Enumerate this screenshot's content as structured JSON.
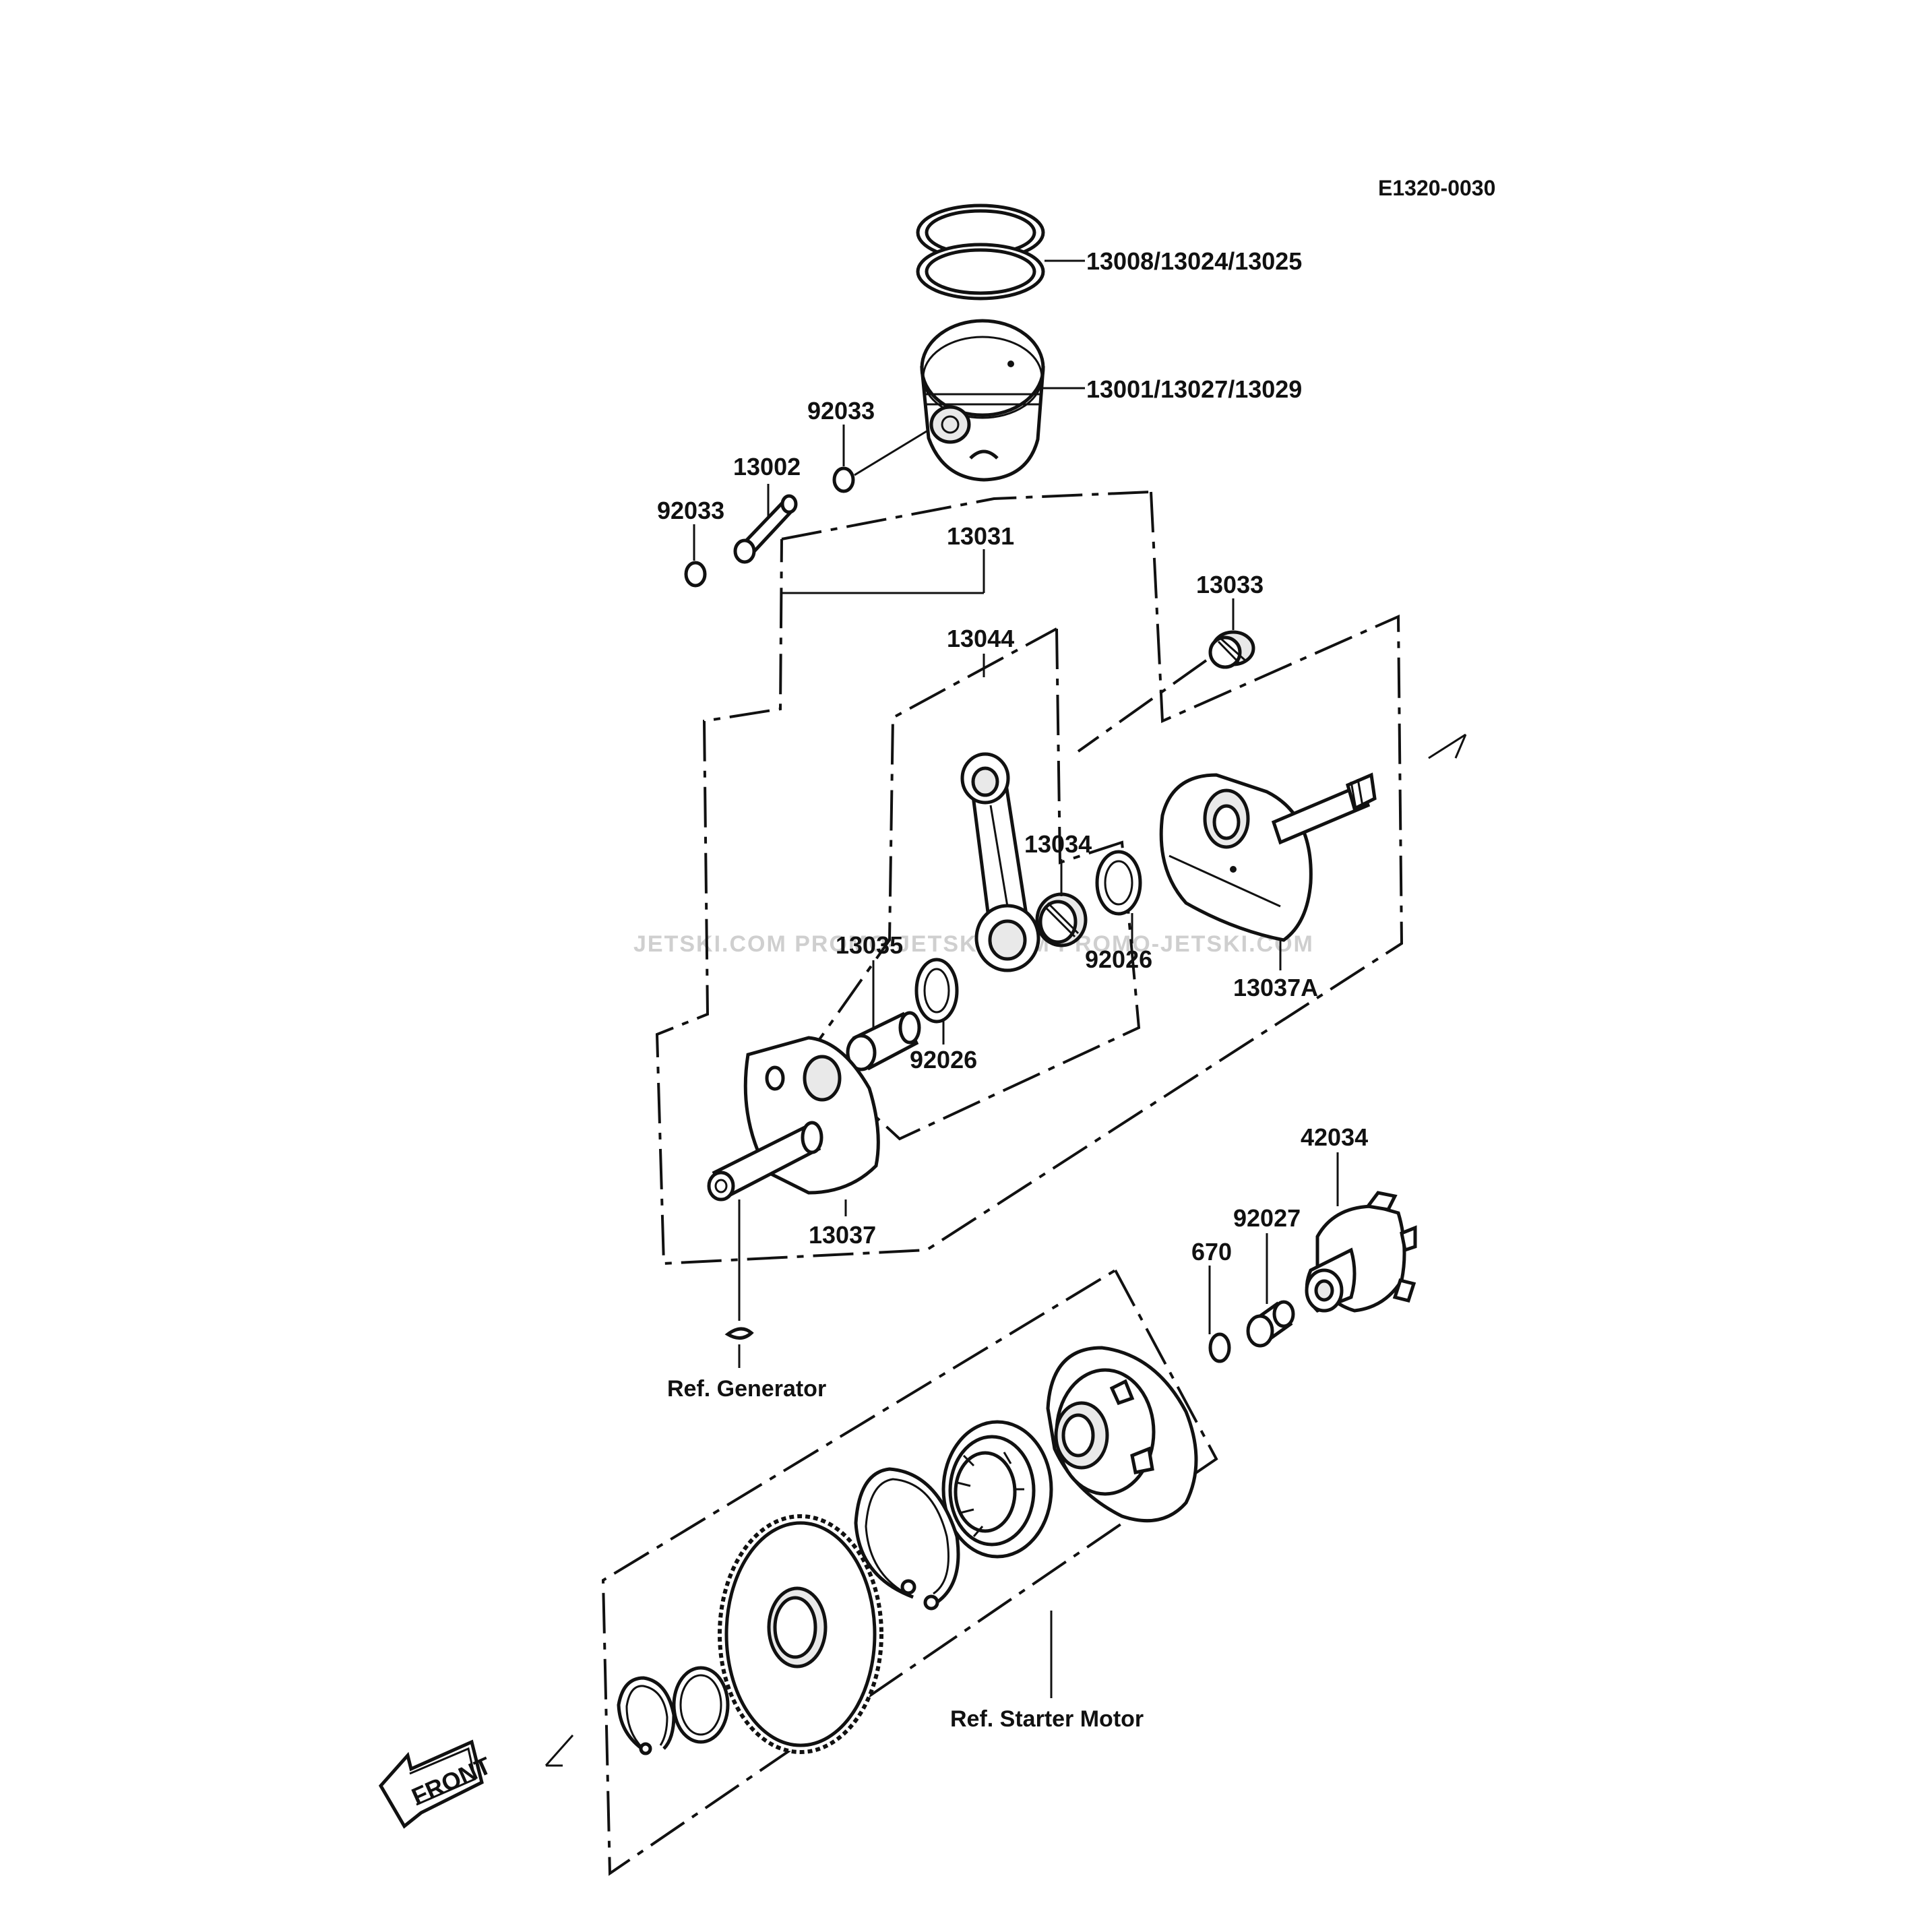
{
  "diagram": {
    "code": "E1320-0030",
    "watermark": "JETSKI.COM   PROMO-JETSKI.COM   PROMO-JETSKI.COM",
    "front_label": "FRONT",
    "parts": {
      "rings": "13008/13024/13025",
      "piston": "13001/13027/13029",
      "clip_upper": "92033",
      "clip_lower": "92033",
      "piston_pin": "13002",
      "crank_assy": "13031",
      "rod_assy": "13044",
      "small_end_bearing": "13033",
      "big_end_bearing": "13034",
      "crank_pin": "13035",
      "washer_right": "92026",
      "washer_left": "92026",
      "flywheel_right": "13037A",
      "flywheel_left": "13037",
      "coupling": "42034",
      "bushing": "92027",
      "oring": "670"
    },
    "refs": {
      "generator": "Ref. Generator",
      "starter_motor": "Ref. Starter Motor"
    }
  }
}
